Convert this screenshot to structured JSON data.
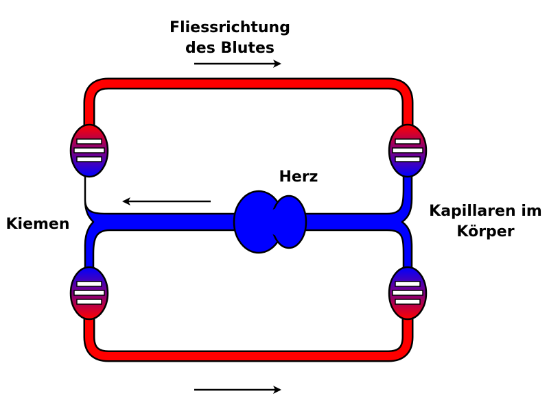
{
  "labels": {
    "flow_direction_line1": "Fliessrichtung",
    "flow_direction_line2": "des Blutes",
    "heart": "Herz",
    "gills": "Kiemen",
    "capillaries_line1": "Kapillaren im",
    "capillaries_line2": "Körper"
  },
  "colors": {
    "oxygenated": "#ff0000",
    "deoxygenated": "#0000ff",
    "outline": "#000000",
    "exchange_mix": "#8a1a8a"
  },
  "icons": [
    "arrow-right-icon",
    "arrow-left-icon"
  ]
}
